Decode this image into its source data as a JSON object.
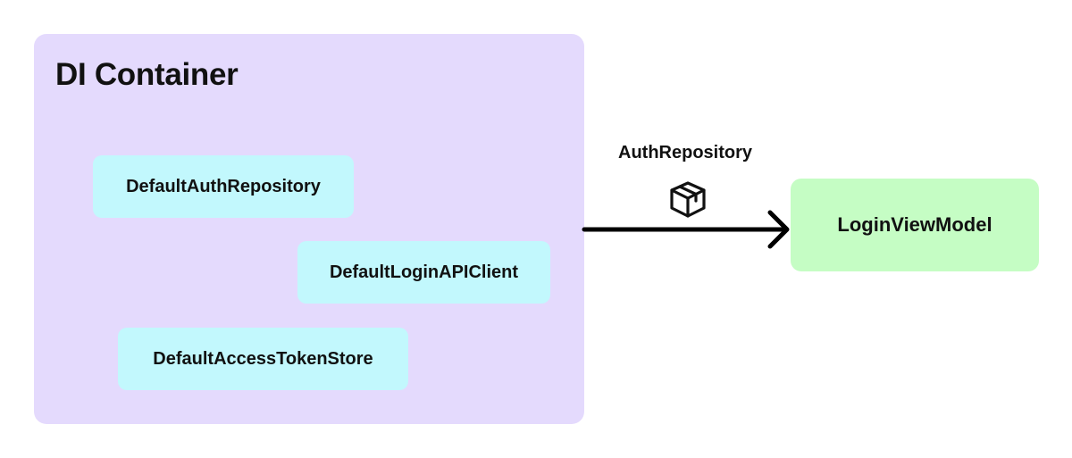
{
  "container": {
    "title": "DI Container",
    "color": "#e4dafd"
  },
  "services": {
    "auth_repository": "DefaultAuthRepository",
    "login_api_client": "DefaultLoginAPIClient",
    "access_token_store": "DefaultAccessTokenStore",
    "color": "#c2f8fd"
  },
  "connection": {
    "label": "AuthRepository",
    "icon": "package-icon"
  },
  "consumer": {
    "label": "LoginViewModel",
    "color": "#c5fdc4"
  }
}
